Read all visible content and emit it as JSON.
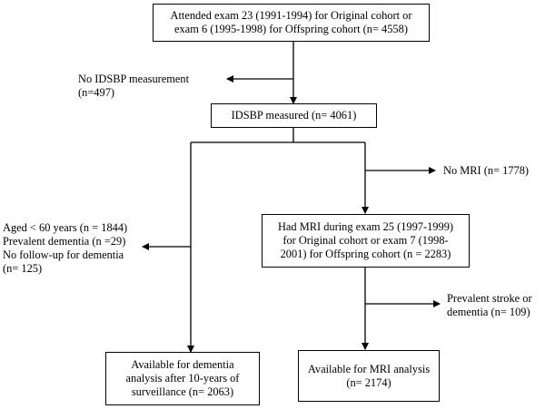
{
  "boxes": {
    "attended": [
      "Attended exam 23 (1991-1994) for Original cohort or",
      "exam 6 (1995-1998) for Offspring cohort (n= 4558)"
    ],
    "idsbp": [
      "IDSBP measured (n= 4061)"
    ],
    "had_mri": [
      "Had MRI during exam 25 (1997-1999)",
      "for Original cohort or exam 7 (1998-",
      "2001) for Offspring cohort (n = 2283)"
    ],
    "dementia_available": [
      "Available for dementia",
      "analysis after 10-years of",
      "surveillance (n= 2063)"
    ],
    "mri_available": [
      "Available for MRI analysis",
      "(n= 2174)"
    ]
  },
  "exclusions": {
    "no_idsbp": [
      "No IDSBP measurement",
      "(n=497)"
    ],
    "no_mri": [
      "No MRI (n= 1778)"
    ],
    "dementia_excl": [
      "Aged < 60 years (n = 1844)",
      "Prevalent dementia (n =29)",
      "No follow-up for dementia",
      "(n= 125)"
    ],
    "stroke_excl": [
      "Prevalent stroke or",
      "dementia (n= 109)"
    ]
  }
}
